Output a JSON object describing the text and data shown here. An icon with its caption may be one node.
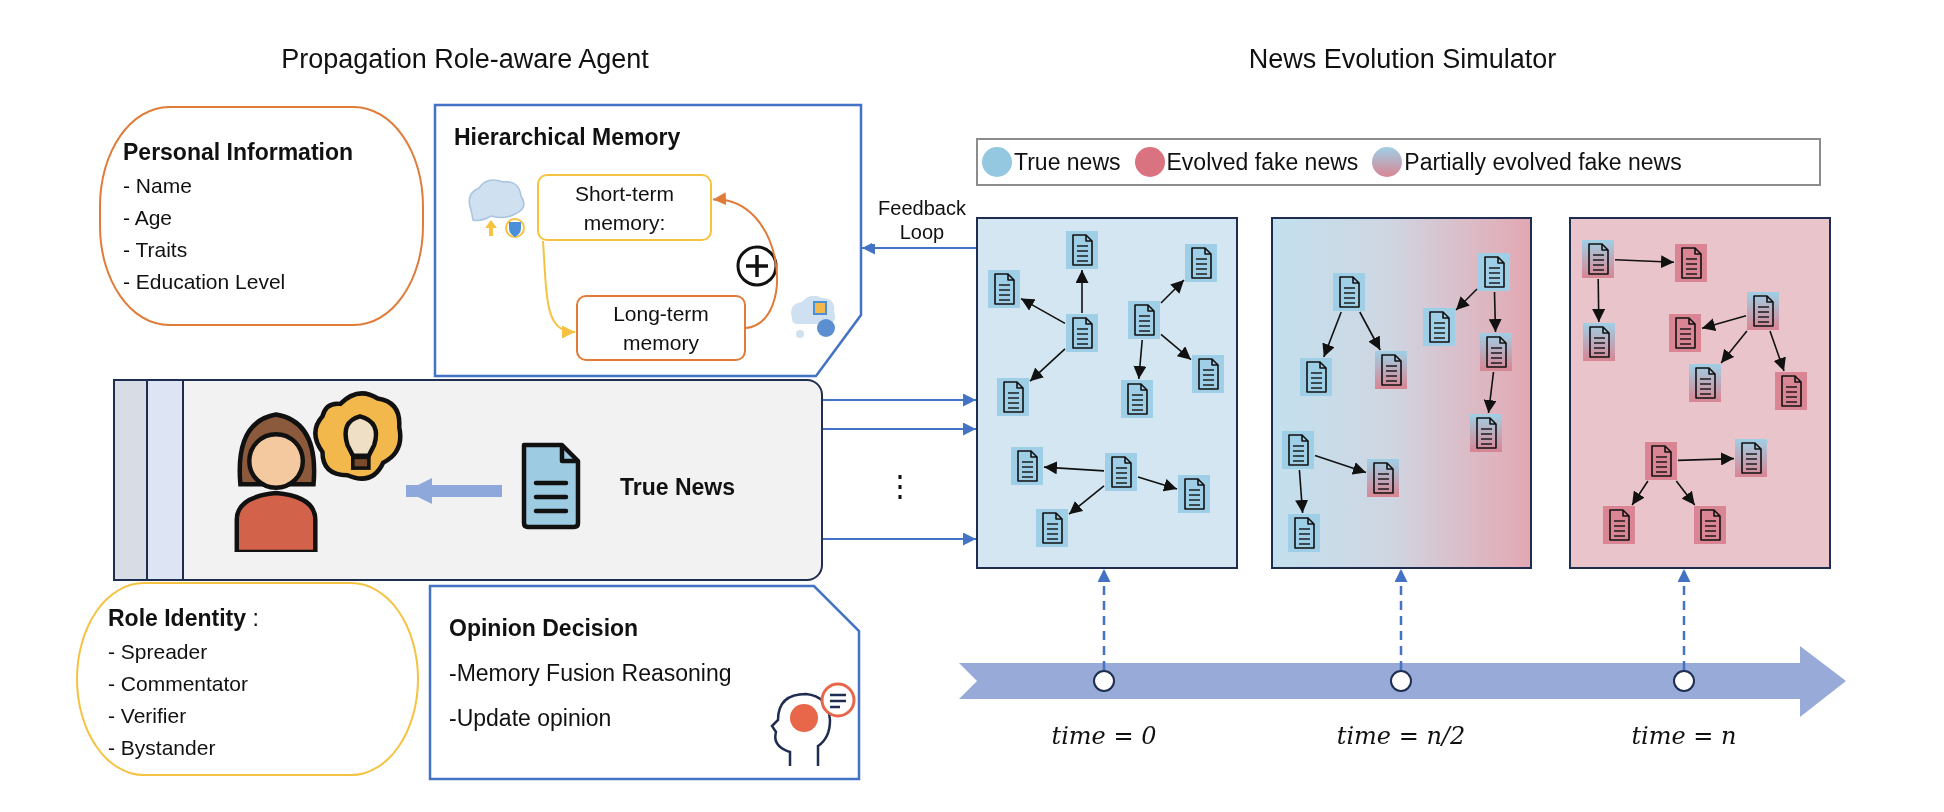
{
  "diagram": {
    "nodes": [
      {
        "text": [
          "Personal Information",
          "- Name",
          "- Age",
          "- Traits",
          "- Education Level"
        ]
      },
      {
        "text": [
          "Hierarchical Memory"
        ]
      },
      {
        "text": [
          "Short-term memory:"
        ],
        "in": 1
      },
      {
        "text": [
          "Long-term memory"
        ],
        "in": 1
      },
      {
        "text": [],
        "shape": "box"
      },
      {
        "text": [],
        "shape": "person",
        "in": 4
      },
      {
        "text": [],
        "shape": "picture",
        "in": 4,
        "beside": [
          "True News"
        ]
      },
      {
        "text": [
          "**Role Identity** :",
          "- Spreader",
          "- Commentator",
          "- Verifier",
          "- Bystander"
        ]
      },
      {
        "text": [
          "Opinion Decision",
          "-Memory Fusion Reasoning",
          "-Update opinion"
        ]
      },
      {
        "text": [],
        "shape": "box"
      },
      {
        "text": [],
        "shape": "picture",
        "in": 9
      },
      {
        "text": [],
        "shape": "picture",
        "in": 9
      },
      {
        "text": [],
        "shape": "picture",
        "in": 9
      },
      {
        "text": [],
        "shape": "picture",
        "in": 9
      },
      {
        "text": [],
        "shape": "picture",
        "in": 9
      },
      {
        "text": [],
        "shape": "picture",
        "in": 9
      },
      {
        "text": [],
        "shape": "picture",
        "in": 9
      },
      {
        "text": [],
        "shape": "picture",
        "in": 9
      },
      {
        "text": [],
        "shape": "picture",
        "in": 9
      },
      {
        "text": [],
        "shape": "picture",
        "in": 9
      },
      {
        "text": [],
        "shape": "picture",
        "in": 9
      },
      {
        "text": [],
        "shape": "picture",
        "in": 9
      },
      {
        "text": [],
        "shape": "box"
      },
      {
        "text": [],
        "shape": "picture",
        "in": 22
      },
      {
        "text": [],
        "shape": "picture",
        "in": 22
      },
      {
        "text": [],
        "shape": "picture",
        "in": 22
      },
      {
        "text": [],
        "shape": "picture",
        "in": 22
      },
      {
        "text": [],
        "shape": "picture",
        "in": 22
      },
      {
        "text": [],
        "shape": "picture",
        "in": 22
      },
      {
        "text": [],
        "shape": "picture",
        "in": 22
      },
      {
        "text": [],
        "shape": "picture",
        "in": 22
      },
      {
        "text": [],
        "shape": "picture",
        "in": 22
      },
      {
        "text": [],
        "shape": "picture",
        "in": 22
      },
      {
        "text": [],
        "shape": "box"
      },
      {
        "text": [],
        "shape": "picture",
        "in": 33
      },
      {
        "text": [],
        "shape": "picture",
        "in": 33
      },
      {
        "text": [],
        "shape": "picture",
        "in": 33
      },
      {
        "text": [],
        "shape": "picture",
        "in": 33
      },
      {
        "text": [],
        "shape": "picture",
        "in": 33
      },
      {
        "text": [],
        "shape": "picture",
        "in": 33
      },
      {
        "text": [],
        "shape": "picture",
        "in": 33
      },
      {
        "text": [],
        "shape": "picture",
        "in": 33
      },
      {
        "text": [],
        "shape": "picture",
        "in": 33
      },
      {
        "text": [],
        "shape": "picture",
        "in": 33
      },
      {
        "text": [],
        "shape": "picture",
        "in": 33
      },
      {
        "text": [],
        "shape": "circle",
        "beside": [
          "time = 0"
        ]
      },
      {
        "text": [],
        "shape": "circle",
        "beside": [
          "time = n/2"
        ]
      },
      {
        "text": [],
        "shape": "circle",
        "beside": [
          "time = n"
        ]
      }
    ],
    "edges": [
      {
        "from": 6,
        "to": 5,
        "arrow": "to",
        "style": "thick",
        "color": "#8fa8dc"
      },
      {
        "from": 3,
        "to": 2,
        "arrow": "to",
        "color": "#e07b39"
      },
      {
        "from": 2,
        "to": 3,
        "arrow": "to",
        "color": "#f5c242"
      },
      {
        "from": 9,
        "to": 1,
        "arrow": "to",
        "label": "Feedback Loop",
        "color": "#4472c4"
      },
      {
        "from": 4,
        "to": 9,
        "arrow": "to",
        "color": "#4472c4"
      },
      {
        "from": 4,
        "to": 9,
        "arrow": "to",
        "color": "#4472c4"
      },
      {
        "from": 4,
        "to": 9,
        "arrow": "to",
        "color": "#4472c4"
      },
      {
        "from": 12,
        "to": 10,
        "arrow": "to"
      },
      {
        "from": 12,
        "to": 11,
        "arrow": "to"
      },
      {
        "from": 12,
        "to": 13,
        "arrow": "to"
      },
      {
        "from": 14,
        "to": 15,
        "arrow": "to"
      },
      {
        "from": 14,
        "to": 16,
        "arrow": "to"
      },
      {
        "from": 14,
        "to": 17,
        "arrow": "to"
      },
      {
        "from": 19,
        "to": 18,
        "arrow": "to"
      },
      {
        "from": 19,
        "to": 20,
        "arrow": "to"
      },
      {
        "from": 19,
        "to": 21,
        "arrow": "to"
      },
      {
        "from": 23,
        "to": 24,
        "arrow": "to"
      },
      {
        "from": 23,
        "to": 25,
        "arrow": "to"
      },
      {
        "from": 26,
        "to": 27,
        "arrow": "to"
      },
      {
        "from": 26,
        "to": 28,
        "arrow": "to"
      },
      {
        "from": 28,
        "to": 29,
        "arrow": "to"
      },
      {
        "from": 30,
        "to": 31,
        "arrow": "to"
      },
      {
        "from": 30,
        "to": 32,
        "arrow": "to"
      },
      {
        "from": 34,
        "to": 35,
        "arrow": "to"
      },
      {
        "from": 34,
        "to": 36,
        "arrow": "to"
      },
      {
        "from": 37,
        "to": 38,
        "arrow": "to"
      },
      {
        "from": 37,
        "to": 39,
        "arrow": "to"
      },
      {
        "from": 37,
        "to": 40,
        "arrow": "to"
      },
      {
        "from": 41,
        "to": 42,
        "arrow": "to"
      },
      {
        "from": 41,
        "to": 43,
        "arrow": "to"
      },
      {
        "from": 41,
        "to": 44,
        "arrow": "to"
      },
      {
        "from": 45,
        "to": 9,
        "arrow": "to",
        "style": "dashed",
        "color": "#4472c4"
      },
      {
        "from": 46,
        "to": 22,
        "arrow": "to",
        "style": "dashed",
        "color": "#4472c4"
      },
      {
        "from": 47,
        "to": 33,
        "arrow": "to",
        "style": "dashed",
        "color": "#4472c4"
      }
    ],
    "labels": [
      "Propagation Role-aware Agent",
      "News Evolution Simulator",
      "⋮"
    ],
    "legend": [
      {
        "text": "True news",
        "color": "#93c8e0"
      },
      {
        "text": "Evolved fake news",
        "color": "#d9737f"
      },
      {
        "text": "Partially evolved fake news"
      }
    ]
  }
}
